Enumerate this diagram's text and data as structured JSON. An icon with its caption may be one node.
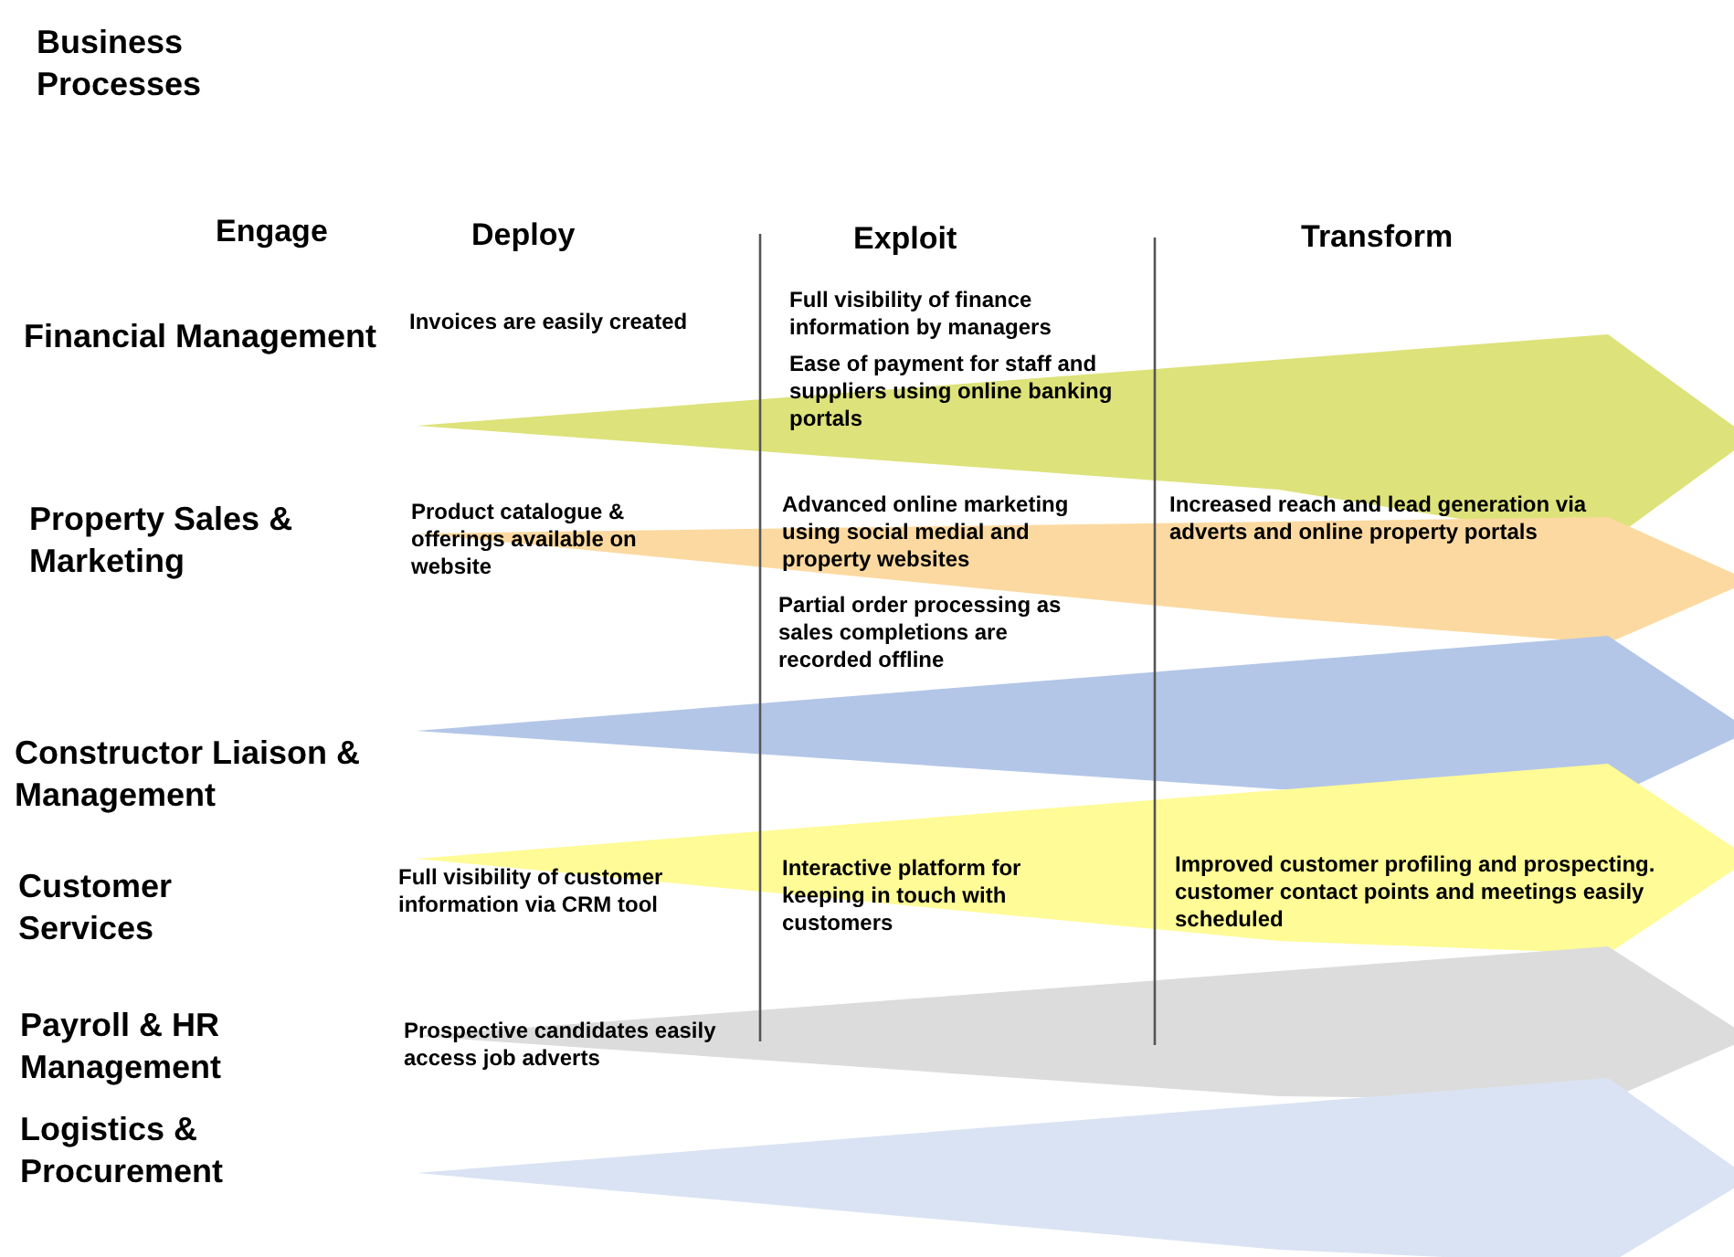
{
  "diagram": {
    "title": "Business Processes",
    "labels": [
      "Engage",
      "Deploy",
      "Exploit",
      "Transform",
      "Financial Management",
      "Invoices are easily created",
      "Full visibility of finance information by managers",
      "Ease of payment for staff and suppliers using online banking portals",
      "Property Sales & Marketing",
      "Product catalogue & offerings available on website",
      "Advanced online marketing using social medial and property websites",
      "Increased reach and lead generation via adverts and online property portals",
      "Partial order processing as sales completions are recorded offline",
      "Constructor Liaison & Management",
      "Customer Services",
      "Full visibility of customer information via CRM tool",
      "Interactive platform for keeping in touch with customers",
      "Improved customer profiling and prospecting. customer contact points and meetings easily scheduled",
      "Payroll & HR Management",
      "Prospective candidates easily access job adverts",
      "Logistics & Procurement"
    ]
  }
}
